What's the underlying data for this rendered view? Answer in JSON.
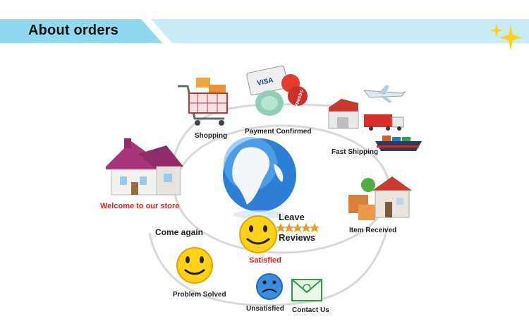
{
  "header": {
    "title": "About orders"
  },
  "flow": {
    "shopping": "Shopping",
    "payment_confirmed": "Payment Confirmed",
    "fast_shipping": "Fast Shipping",
    "item_received": "Item Received",
    "leave": "Leave",
    "reviews": "Reviews",
    "satisfied": "Satisfied",
    "unsatisfied": "Unsatisfied",
    "contact_us": "Contact Us",
    "problem_solved": "Problem Solved",
    "come_again": "Come again",
    "welcome": "Welcome to our store"
  },
  "cards": {
    "visa": "VISA",
    "maestro": "Maestro"
  },
  "colors": {
    "banner": "#8ed8f0",
    "banner_light": "#c7ecf8",
    "accent_red": "#e8251e",
    "smiley": "#ffd21a",
    "sad_face": "#3a8ee0",
    "orbit": "#d8d8d8"
  },
  "icons": [
    "shopping-cart-icon",
    "credit-cards-icon",
    "warehouse-icon",
    "airplane-icon",
    "truck-icon",
    "ship-icon",
    "house-icon",
    "globe-icon",
    "smiley-face-icon",
    "sad-face-icon",
    "envelope-icon",
    "star-icon",
    "sparkle-icon"
  ]
}
